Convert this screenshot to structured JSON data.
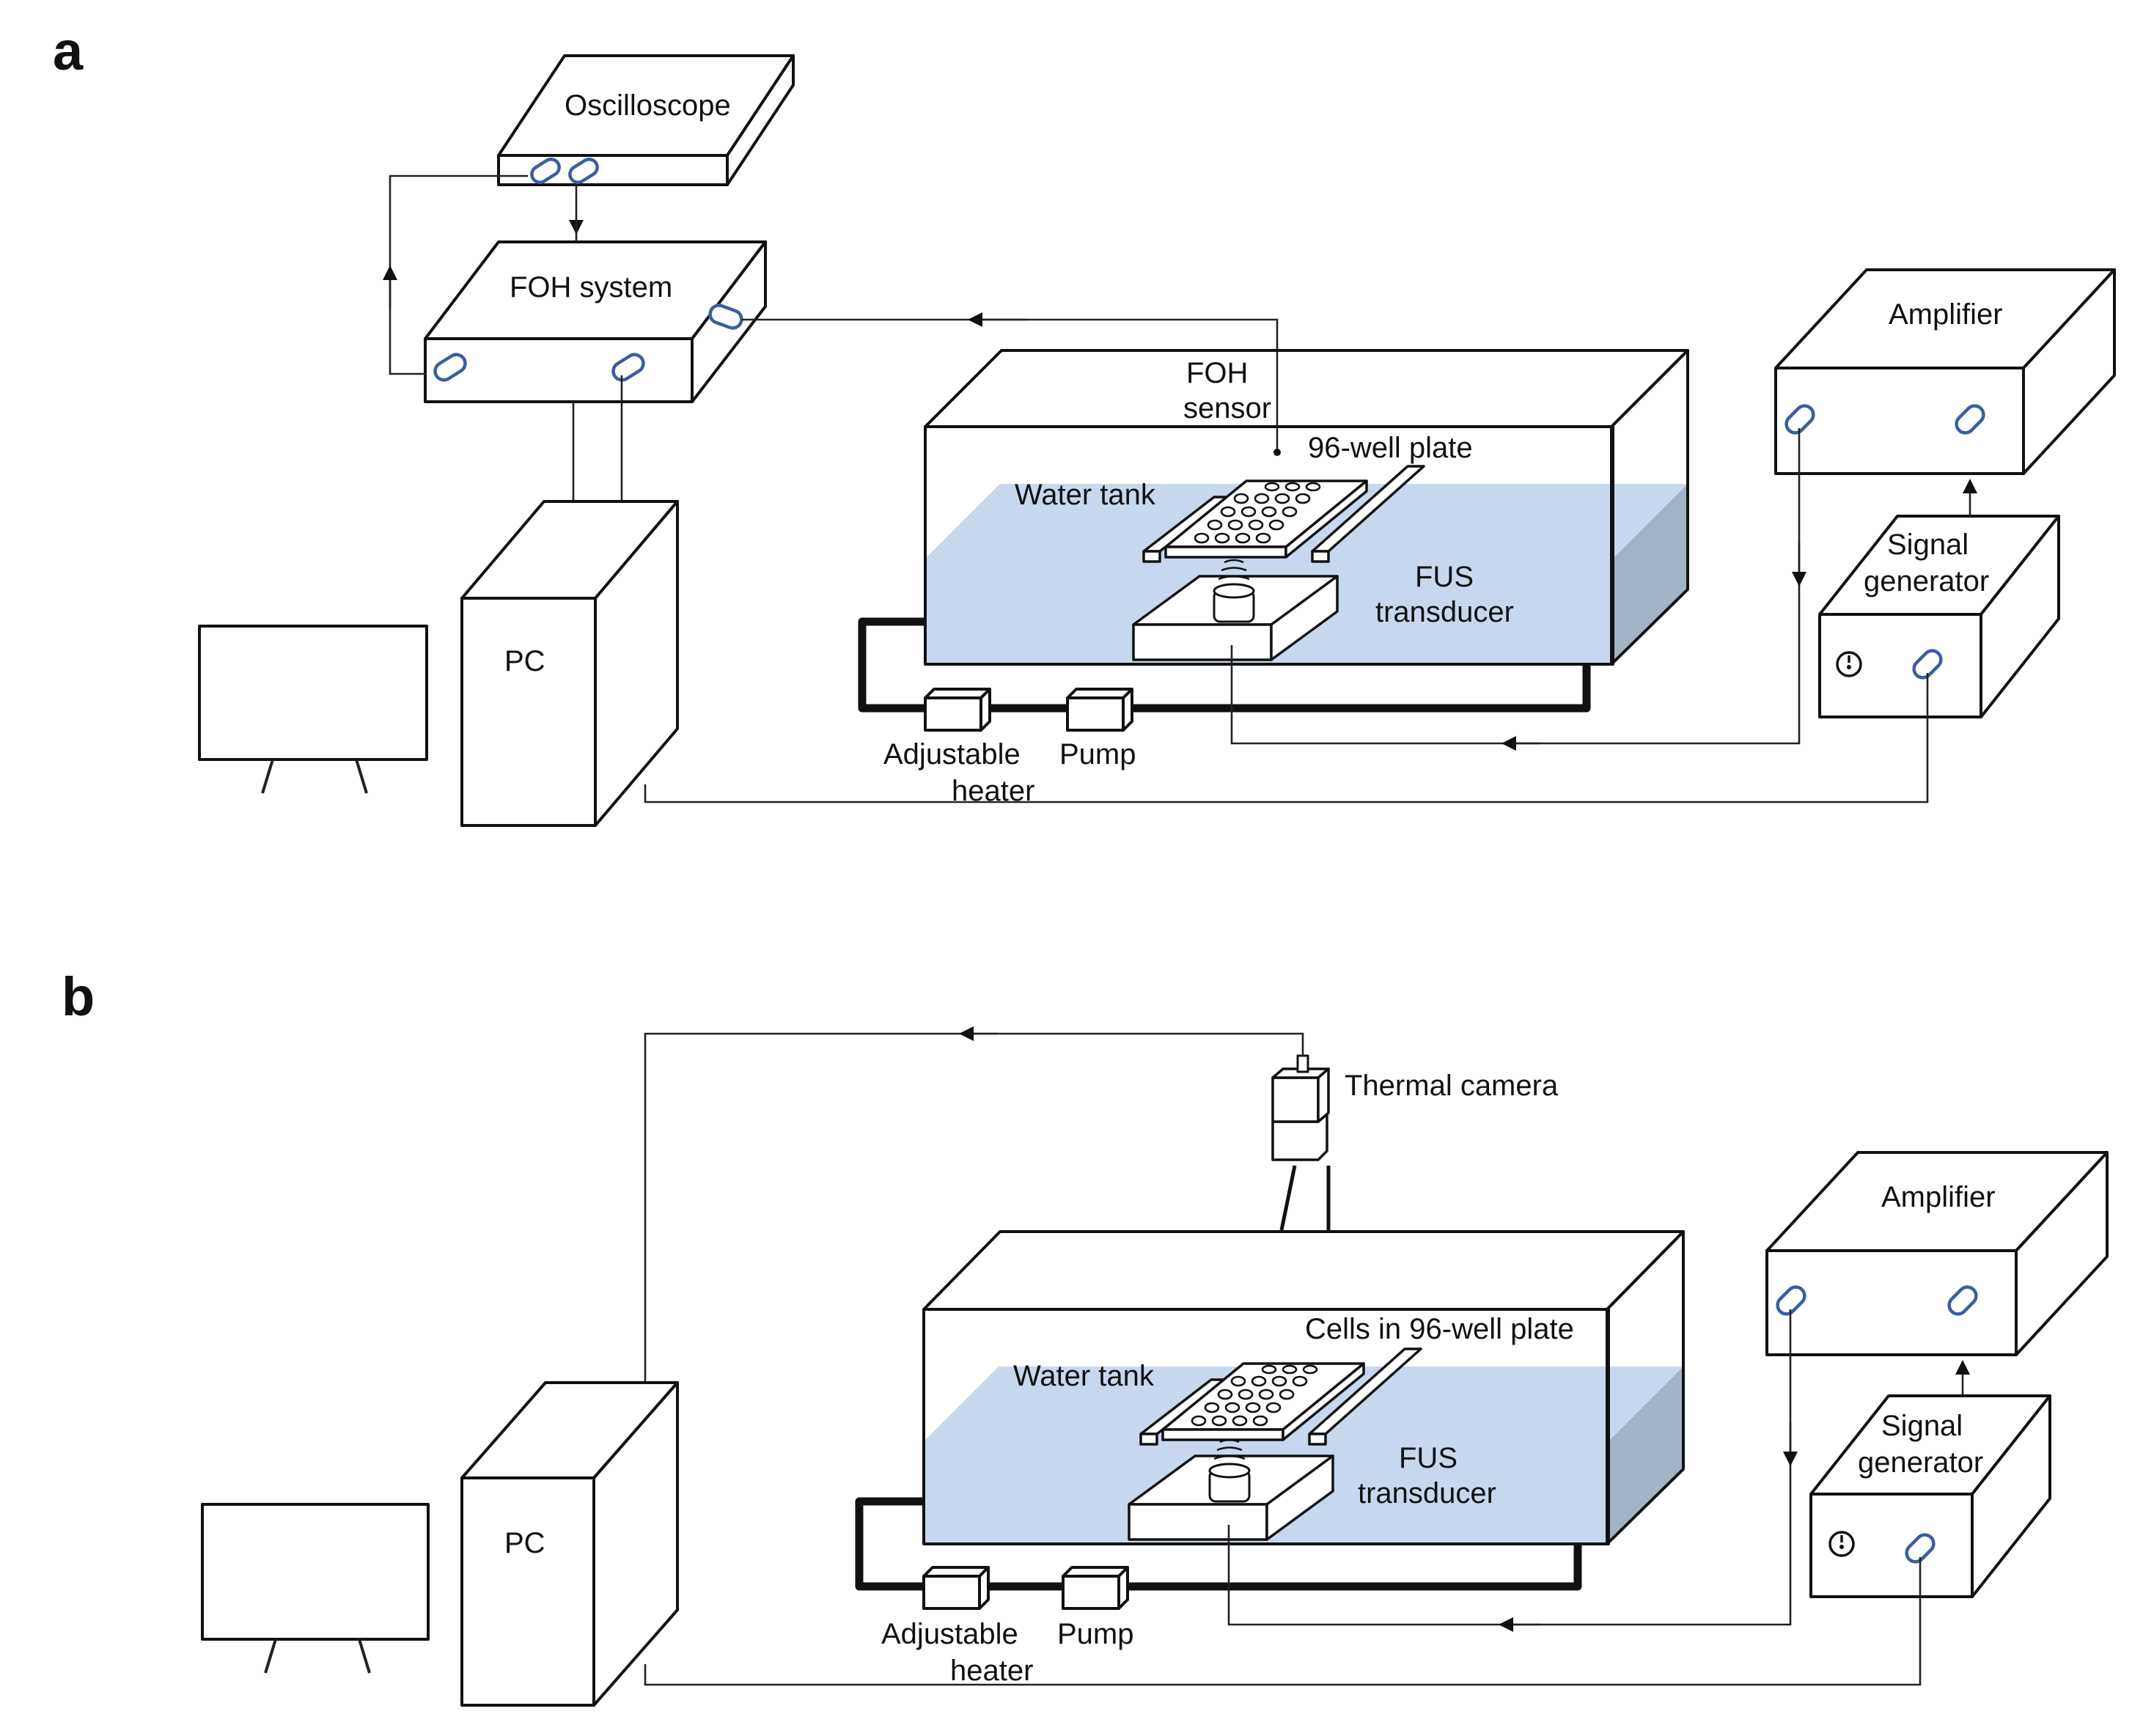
{
  "panels": {
    "a": {
      "panel_label": "a",
      "oscilloscope": "Oscilloscope",
      "foh_system": "FOH system",
      "pc": "PC",
      "foh_sensor_line1": "FOH",
      "foh_sensor_line2": "sensor",
      "well_plate": "96-well plate",
      "water_tank": "Water tank",
      "fus_line1": "FUS",
      "fus_line2": "transducer",
      "heater_line1": "Adjustable",
      "heater_line2": "heater",
      "pump": "Pump",
      "amplifier": "Amplifier",
      "signal_gen_line1": "Signal",
      "signal_gen_line2": "generator"
    },
    "b": {
      "panel_label": "b",
      "thermal_camera": "Thermal camera",
      "pc": "PC",
      "well_plate": "Cells in 96-well plate",
      "water_tank": "Water tank",
      "fus_line1": "FUS",
      "fus_line2": "transducer",
      "heater_line1": "Adjustable",
      "heater_line2": "heater",
      "pump": "Pump",
      "amplifier": "Amplifier",
      "signal_gen_line1": "Signal",
      "signal_gen_line2": "generator"
    }
  },
  "colors": {
    "water": "#c7d8ee",
    "water_side": "#a3b3c6",
    "connector": "#3a5fa0",
    "line": "#111111"
  }
}
